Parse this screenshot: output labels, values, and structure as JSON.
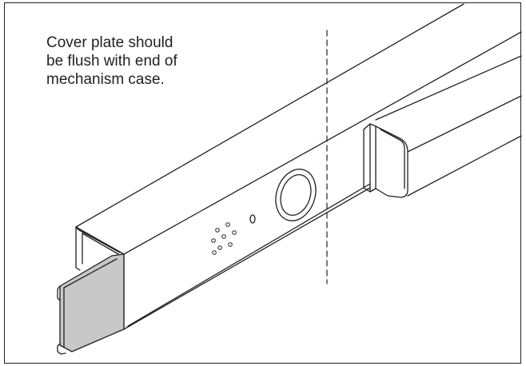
{
  "figure": {
    "callout_lines": [
      "Cover plate should",
      "be flush with end of",
      "mechanism case."
    ],
    "colors": {
      "line": "#231f20",
      "cover_plate_fill": "#c8c8c8",
      "background": "#ffffff"
    }
  }
}
